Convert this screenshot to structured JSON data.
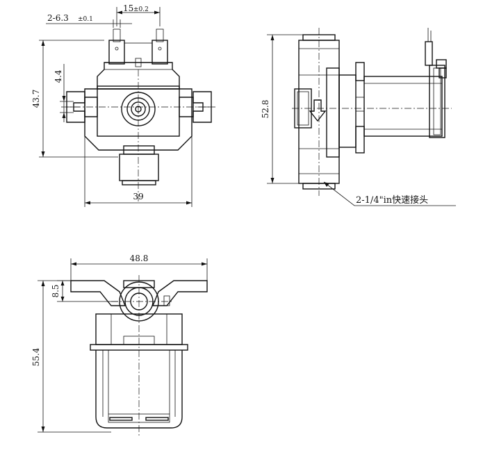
{
  "dimensions": {
    "terminal_count": "2-6.3",
    "terminal_tol": "±0.1",
    "terminal_spacing": "15",
    "terminal_spacing_tol": "±0.2",
    "front_inner_height": "4.4",
    "front_height": "43.7",
    "front_width": "39",
    "side_height": "52.8",
    "bottom_width": "48.8",
    "bottom_flange": "8.5",
    "bottom_height": "55.4"
  },
  "callout": {
    "connector_label": "2-1/4\"in快速接头"
  }
}
